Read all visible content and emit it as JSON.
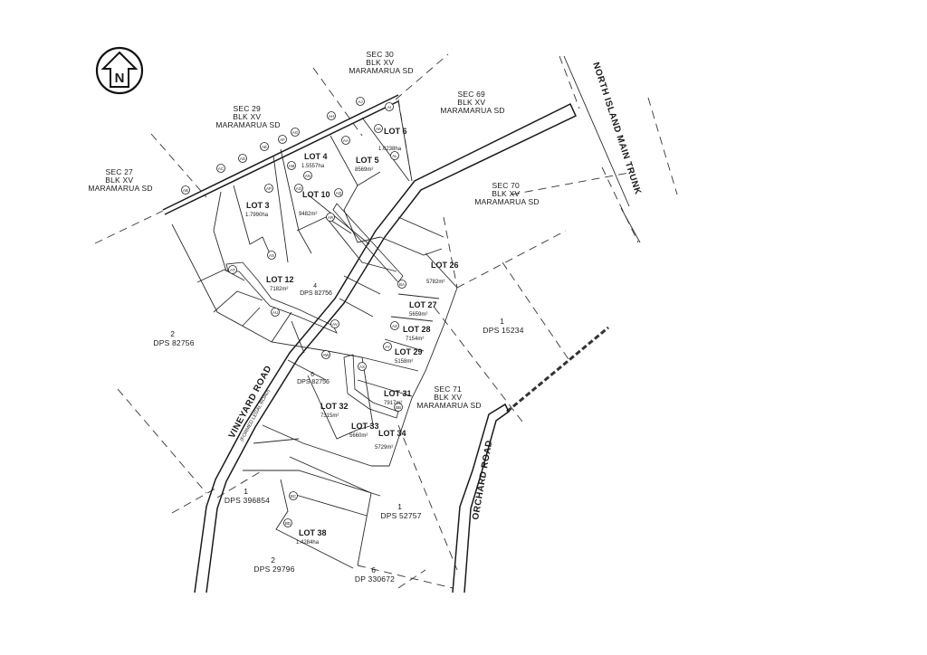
{
  "north_arrow": {
    "label": "N"
  },
  "sections": [
    {
      "id": "sec30",
      "lines": [
        "SEC 30",
        "BLK XV",
        "MARAMARUA SD"
      ]
    },
    {
      "id": "sec29",
      "lines": [
        "SEC 29",
        "BLK XV",
        "MARAMARUA SD"
      ]
    },
    {
      "id": "sec27",
      "lines": [
        "SEC 27",
        "BLK XV",
        "MARAMARUA SD"
      ]
    },
    {
      "id": "sec69",
      "lines": [
        "SEC 69",
        "BLK XV",
        "MARAMARUA SD"
      ]
    },
    {
      "id": "sec70",
      "lines": [
        "SEC 70",
        "BLK XV",
        "MARAMARUA SD"
      ]
    },
    {
      "id": "sec71",
      "lines": [
        "SEC 71",
        "BLK XV",
        "MARAMARUA SD"
      ]
    }
  ],
  "lots": [
    {
      "id": "lot3",
      "name": "LOT 3",
      "area": "1.7990ha"
    },
    {
      "id": "lot4",
      "name": "LOT 4",
      "area": "1.5557ha"
    },
    {
      "id": "lot5",
      "name": "LOT 5",
      "area": "8569m²"
    },
    {
      "id": "lot6",
      "name": "LOT 6",
      "area": "1.0238ha"
    },
    {
      "id": "lot10",
      "name": "LOT 10",
      "area": "9482m²"
    },
    {
      "id": "lot12",
      "name": "LOT 12",
      "area": "7182m²"
    },
    {
      "id": "lot26",
      "name": "LOT 26",
      "area": "5782m²"
    },
    {
      "id": "lot27",
      "name": "LOT 27",
      "area": "5659m²"
    },
    {
      "id": "lot28",
      "name": "LOT 28",
      "area": "7154m²"
    },
    {
      "id": "lot29",
      "name": "LOT 29",
      "area": "5158m²"
    },
    {
      "id": "lot31",
      "name": "LOT 31",
      "area": "7917m²"
    },
    {
      "id": "lot32",
      "name": "LOT 32",
      "area": "7315m²"
    },
    {
      "id": "lot33",
      "name": "LOT 33",
      "area": "5660m²"
    },
    {
      "id": "lot34",
      "name": "LOT 34",
      "area": "5729m²"
    },
    {
      "id": "lot38",
      "name": "LOT 38",
      "area": "1.4284ha"
    }
  ],
  "deposited_plans": [
    {
      "id": "dp2_82756",
      "lines": [
        "2",
        "DPS 82756"
      ]
    },
    {
      "id": "dp4_82756",
      "lines": [
        "4",
        "DPS 82756"
      ]
    },
    {
      "id": "dp6_82756",
      "lines": [
        "6",
        "DPS 82756"
      ]
    },
    {
      "id": "dp1_15234",
      "lines": [
        "1",
        "DPS 15234"
      ]
    },
    {
      "id": "dp1_396854",
      "lines": [
        "1",
        "DPS 396854"
      ]
    },
    {
      "id": "dp1_52757",
      "lines": [
        "1",
        "DPS 52757"
      ]
    },
    {
      "id": "dp2_29796",
      "lines": [
        "2",
        "DPS 29796"
      ]
    },
    {
      "id": "dp6_330672",
      "lines": [
        "6",
        "DP 330672"
      ]
    }
  ],
  "roads": {
    "vineyard": {
      "name": "VINEYARD ROAD",
      "note": "(FORMED LEGAL ROAD)"
    },
    "orchard": {
      "name": "ORCHARD ROAD"
    },
    "rail": {
      "name": "NORTH ISLAND MAIN TRUNK"
    }
  },
  "markers": [
    "AI",
    "AJ",
    "AH",
    "AG",
    "AF",
    "AE",
    "AD",
    "AC",
    "AB",
    "AA",
    "AK",
    "AL",
    "AM",
    "AN",
    "AO",
    "AP",
    "AQ",
    "AR",
    "AS",
    "AT",
    "AU",
    "AV",
    "AW",
    "AX",
    "AY",
    "AZ",
    "BA",
    "BB",
    "BC",
    "BD",
    "BE",
    "BF",
    "BG",
    "BH",
    "BI",
    "BJ",
    "BK",
    "BL",
    "BM",
    "BN"
  ]
}
